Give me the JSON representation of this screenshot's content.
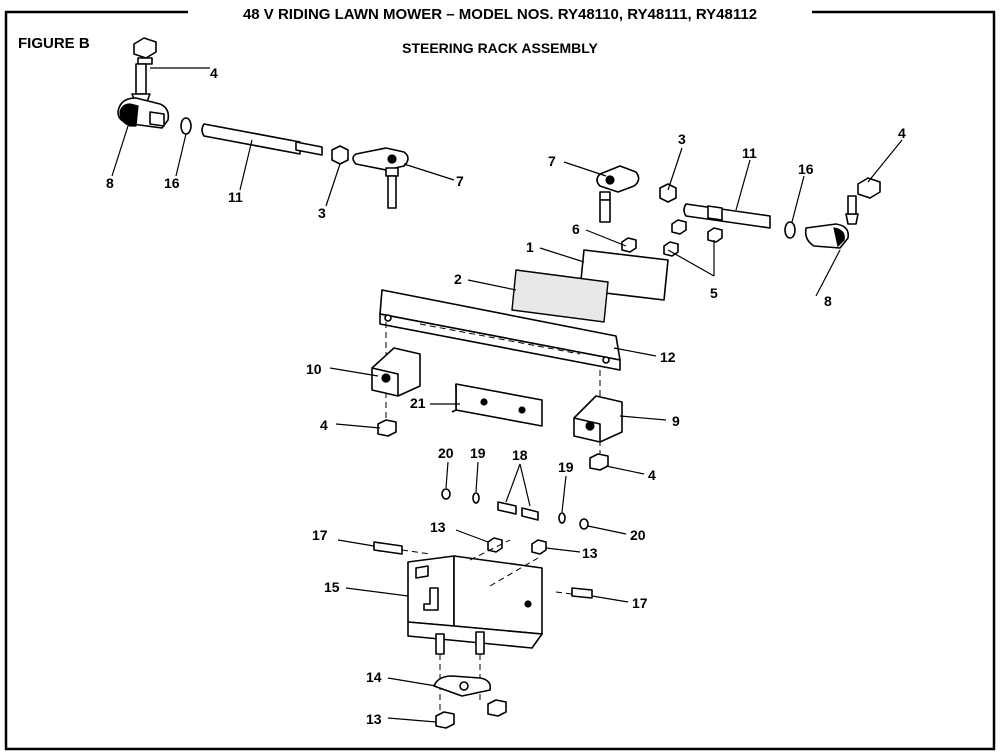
{
  "header": {
    "title": "48 V RIDING LAWN MOWER – MODEL NOS. RY48110, RY48111, RY48112"
  },
  "figure": {
    "label": "FIGURE B",
    "title": "STEERING RACK ASSEMBLY"
  },
  "callouts": {
    "c1": "1",
    "c2": "2",
    "c3a": "3",
    "c3b": "3",
    "c4a": "4",
    "c4b": "4",
    "c4c": "4",
    "c4d": "4",
    "c5": "5",
    "c6": "6",
    "c7a": "7",
    "c7b": "7",
    "c8a": "8",
    "c8b": "8",
    "c9": "9",
    "c10": "10",
    "c11a": "11",
    "c11b": "11",
    "c12": "12",
    "c13a": "13",
    "c13b": "13",
    "c13c": "13",
    "c14": "14",
    "c15": "15",
    "c16a": "16",
    "c16b": "16",
    "c17a": "17",
    "c17b": "17",
    "c18": "18",
    "c19a": "19",
    "c19b": "19",
    "c20a": "20",
    "c20b": "20",
    "c21": "21"
  }
}
